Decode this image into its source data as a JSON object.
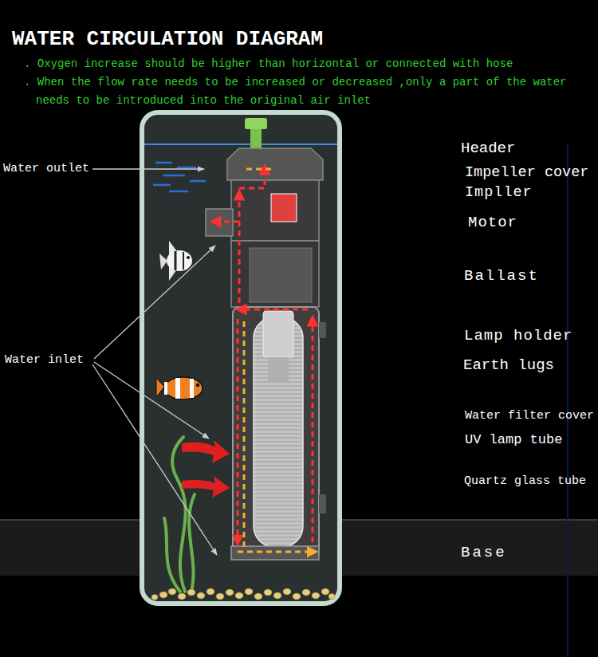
{
  "diagram": {
    "title": "WATER CIRCULATION DIAGRAM",
    "labels": [
      ". Oxygen increase should be higher than horizontal or connected with hose",
      ". When the flow rate needs to be increased or decreased ,only a part of the water needs to be introduced into the original air inlet",
      "Water outlet",
      "Header",
      "Impeller cover",
      "Impller",
      "Motor",
      "Ballast",
      "Water inlet",
      "Lamp holder",
      "Earth lugs",
      "Water filter cover",
      "UV lamp tube",
      "Quartz glass tube",
      "Base"
    ]
  }
}
